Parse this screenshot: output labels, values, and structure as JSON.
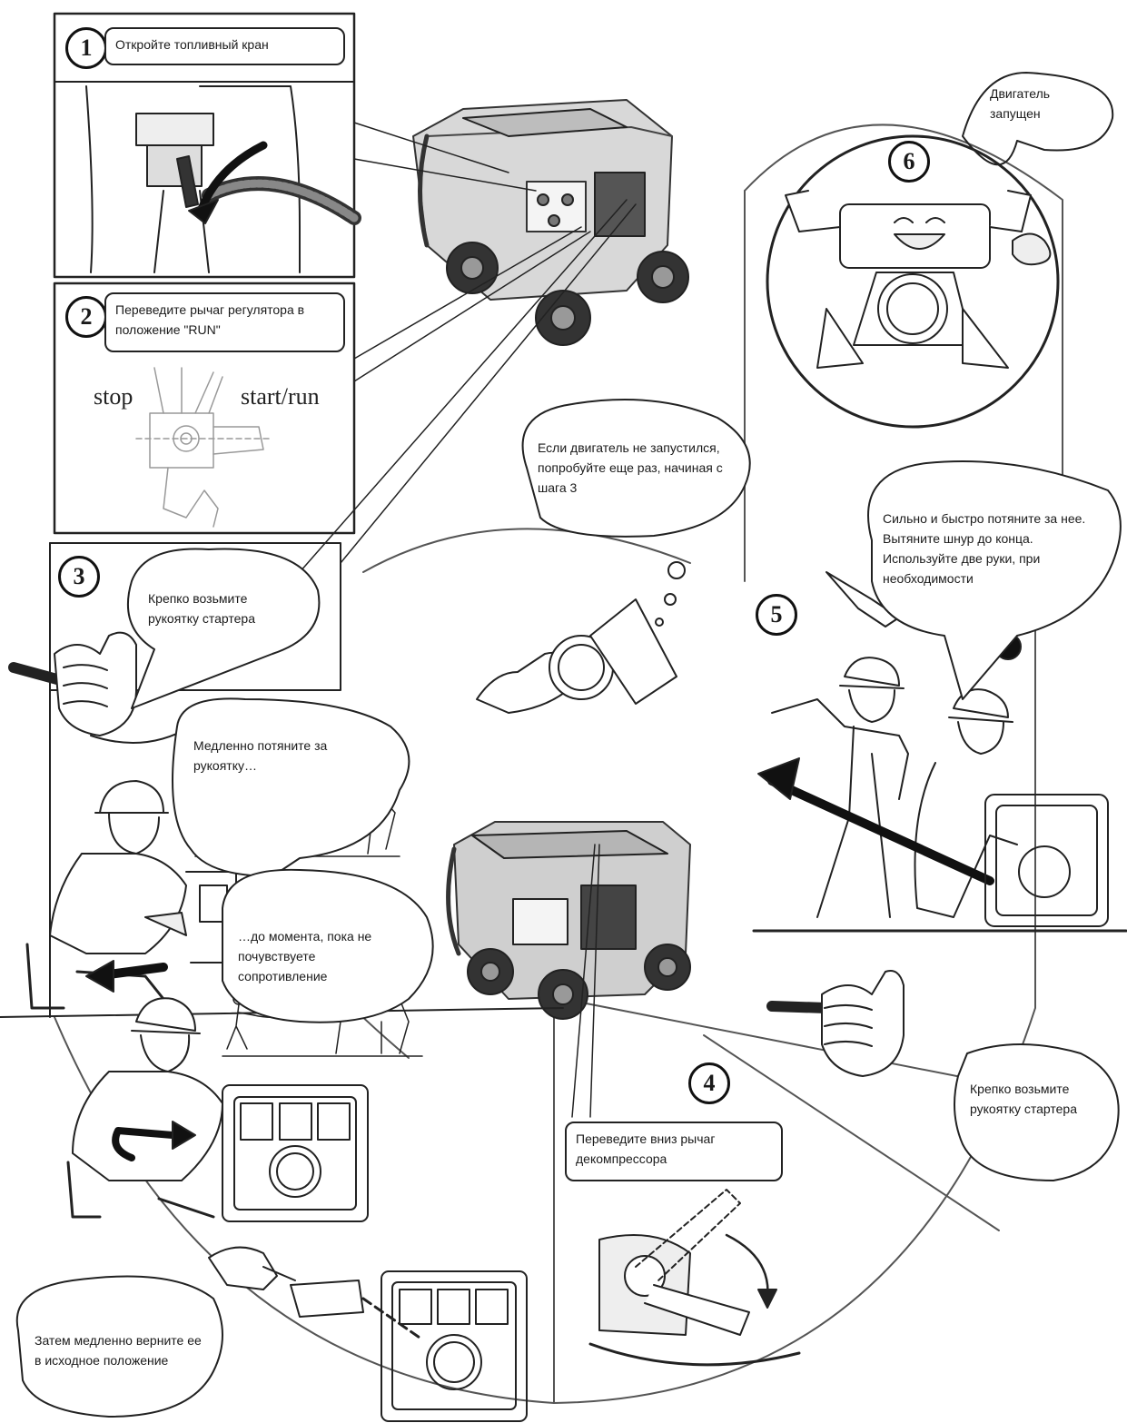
{
  "steps": {
    "s1": {
      "number": "1",
      "label": "Откройте топливный кран"
    },
    "s2": {
      "number": "2",
      "label": "Переведите рычаг регулятора в положение \"RUN\"",
      "stop": "stop",
      "start_run": "start/run"
    },
    "s3": {
      "number": "3",
      "grip": "Крепко возьмите рукоятку стартера",
      "pull_slow": "Медленно потяните за рукоятку…",
      "until": "…до момента, пока не почувствуете сопротивление",
      "return": "Затем медленно верните ее в исходное положение"
    },
    "s4": {
      "number": "4",
      "label": "Переведите вниз рычаг декомпрессора"
    },
    "s5": {
      "number": "5",
      "grip": "Крепко возьмите рукоятку стартера",
      "pull_fast": "Сильно и быстро потяните за нее. Вытяните шнур до конца. Используйте две руки, при необходимости"
    },
    "s6": {
      "number": "6",
      "label": "Двигатель запущен"
    }
  },
  "retry_note": "Если двигатель не запустился, попробуйте еще раз, начиная с шага 3"
}
